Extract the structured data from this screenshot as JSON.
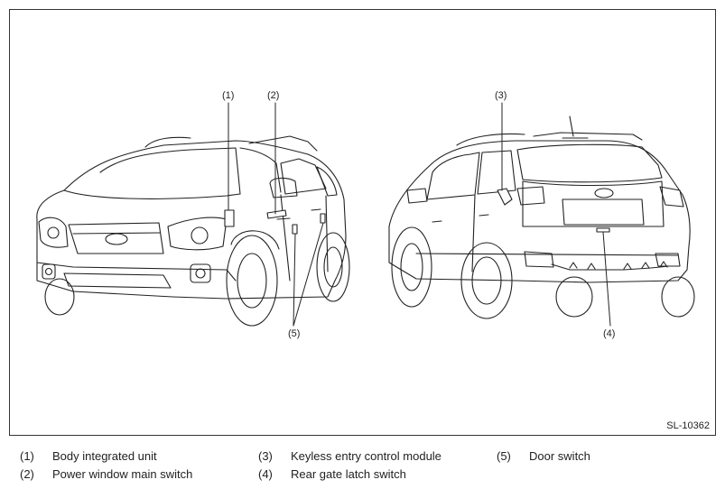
{
  "figure": {
    "id": "SL-10362",
    "callouts": {
      "front_1": "(1)",
      "front_2": "(2)",
      "front_5": "(5)",
      "rear_3": "(3)",
      "rear_4": "(4)"
    }
  },
  "legend": [
    {
      "num": "(1)",
      "label": "Body integrated unit"
    },
    {
      "num": "(2)",
      "label": "Power window main switch"
    },
    {
      "num": "(3)",
      "label": "Keyless entry control module"
    },
    {
      "num": "(4)",
      "label": "Rear gate latch switch"
    },
    {
      "num": "(5)",
      "label": "Door switch"
    }
  ]
}
